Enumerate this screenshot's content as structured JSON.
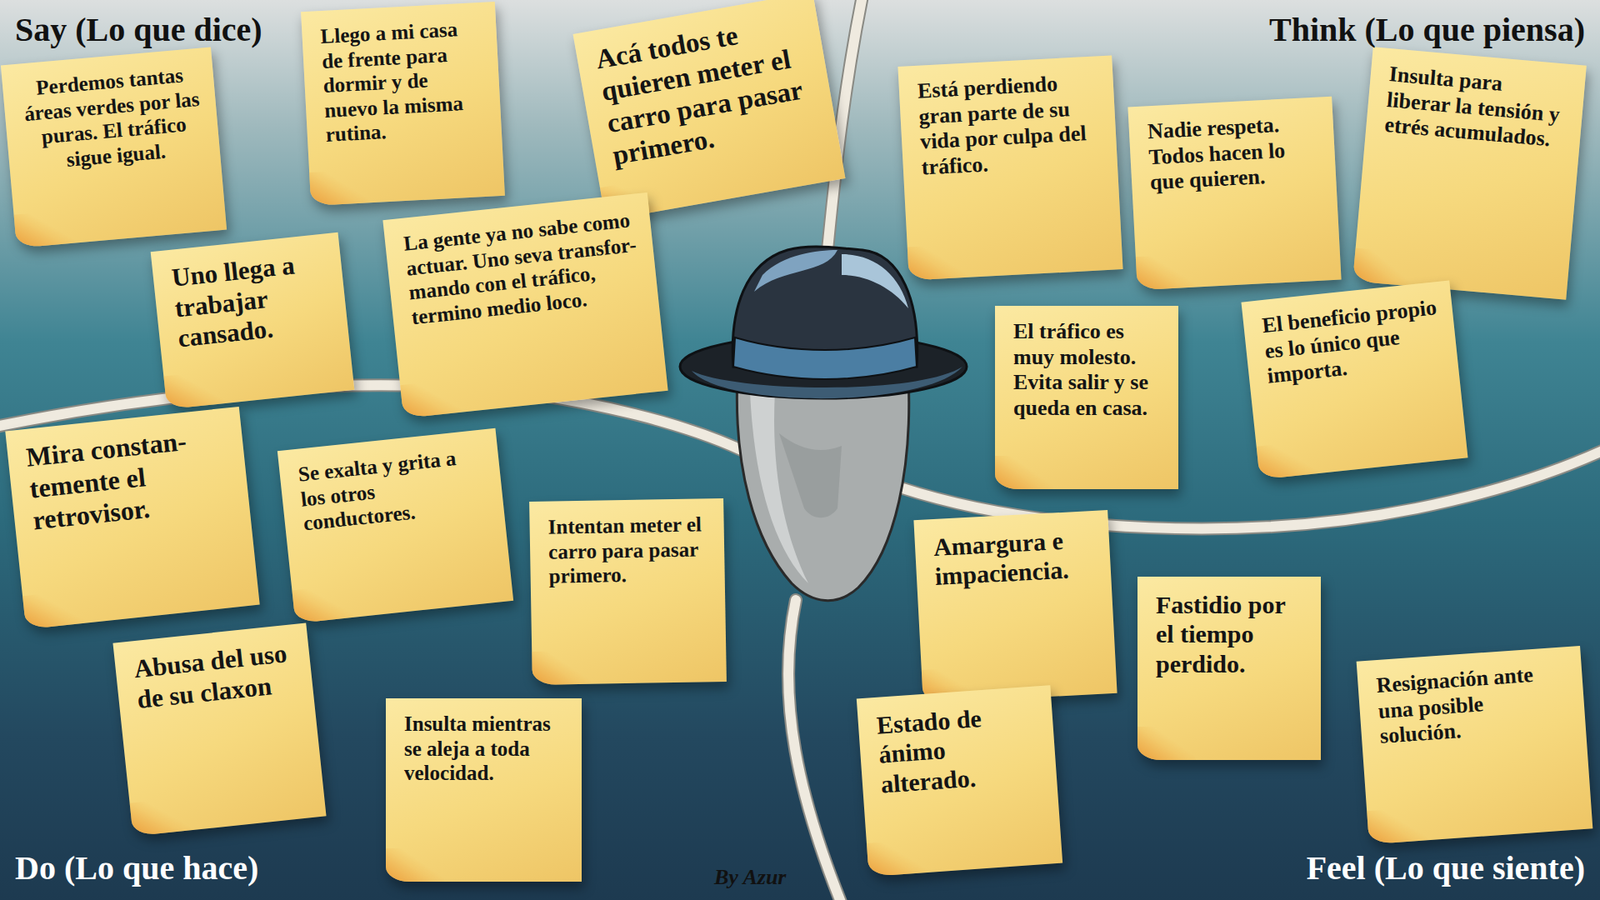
{
  "diagram": {
    "nodes": [
      {
        "text": [
          "Perdemos tantas áreas verdes por las puras. El tráfico sigue igual."
        ]
      },
      {
        "text": [
          "Llego a mi casa de frente para dormir y de nuevo la misma rutina."
        ]
      },
      {
        "text": [
          "Acá todos te quieren meter el carro para pasar primero."
        ]
      },
      {
        "text": [
          "Uno llega a trabajar cansado."
        ]
      },
      {
        "text": [
          "La gente ya no sabe como actuar. Uno seva transfor- mando con el tráfico, termino medio loco."
        ]
      },
      {
        "text": [
          "Está perdiendo gran parte de su vida por culpa del tráfico."
        ]
      },
      {
        "text": [
          "Nadie respeta. Todos hacen lo que quieren."
        ]
      },
      {
        "text": [
          "Insulta para liberar la tensión y etrés acumulados."
        ]
      },
      {
        "text": [
          "El tráfico es muy molesto. Evita salir y se queda en casa."
        ]
      },
      {
        "text": [
          "El beneficio propio es lo único que importa."
        ]
      },
      {
        "text": [
          "Mira constan- temente el retrovisor."
        ]
      },
      {
        "text": [
          "Se exalta y grita a los otros conductores."
        ]
      },
      {
        "text": [
          "Intentan meter el carro para pasar primero."
        ]
      },
      {
        "text": [
          "Abusa del uso de su claxon"
        ]
      },
      {
        "text": [
          "Insulta mientras se aleja a toda velocidad."
        ]
      },
      {
        "text": [
          "Amargura e impaciencia."
        ]
      },
      {
        "text": [
          "Fastidio por el tiempo perdido."
        ]
      },
      {
        "text": [
          "Estado de ánimo alterado."
        ]
      },
      {
        "text": [
          "Resignación ante una posible solución."
        ]
      }
    ],
    "labels": [
      "Say (Lo que dice)",
      "Think (Lo que piensa)",
      "Do (Lo que hace)",
      "Feel (Lo que siente)",
      "By Azur"
    ]
  }
}
